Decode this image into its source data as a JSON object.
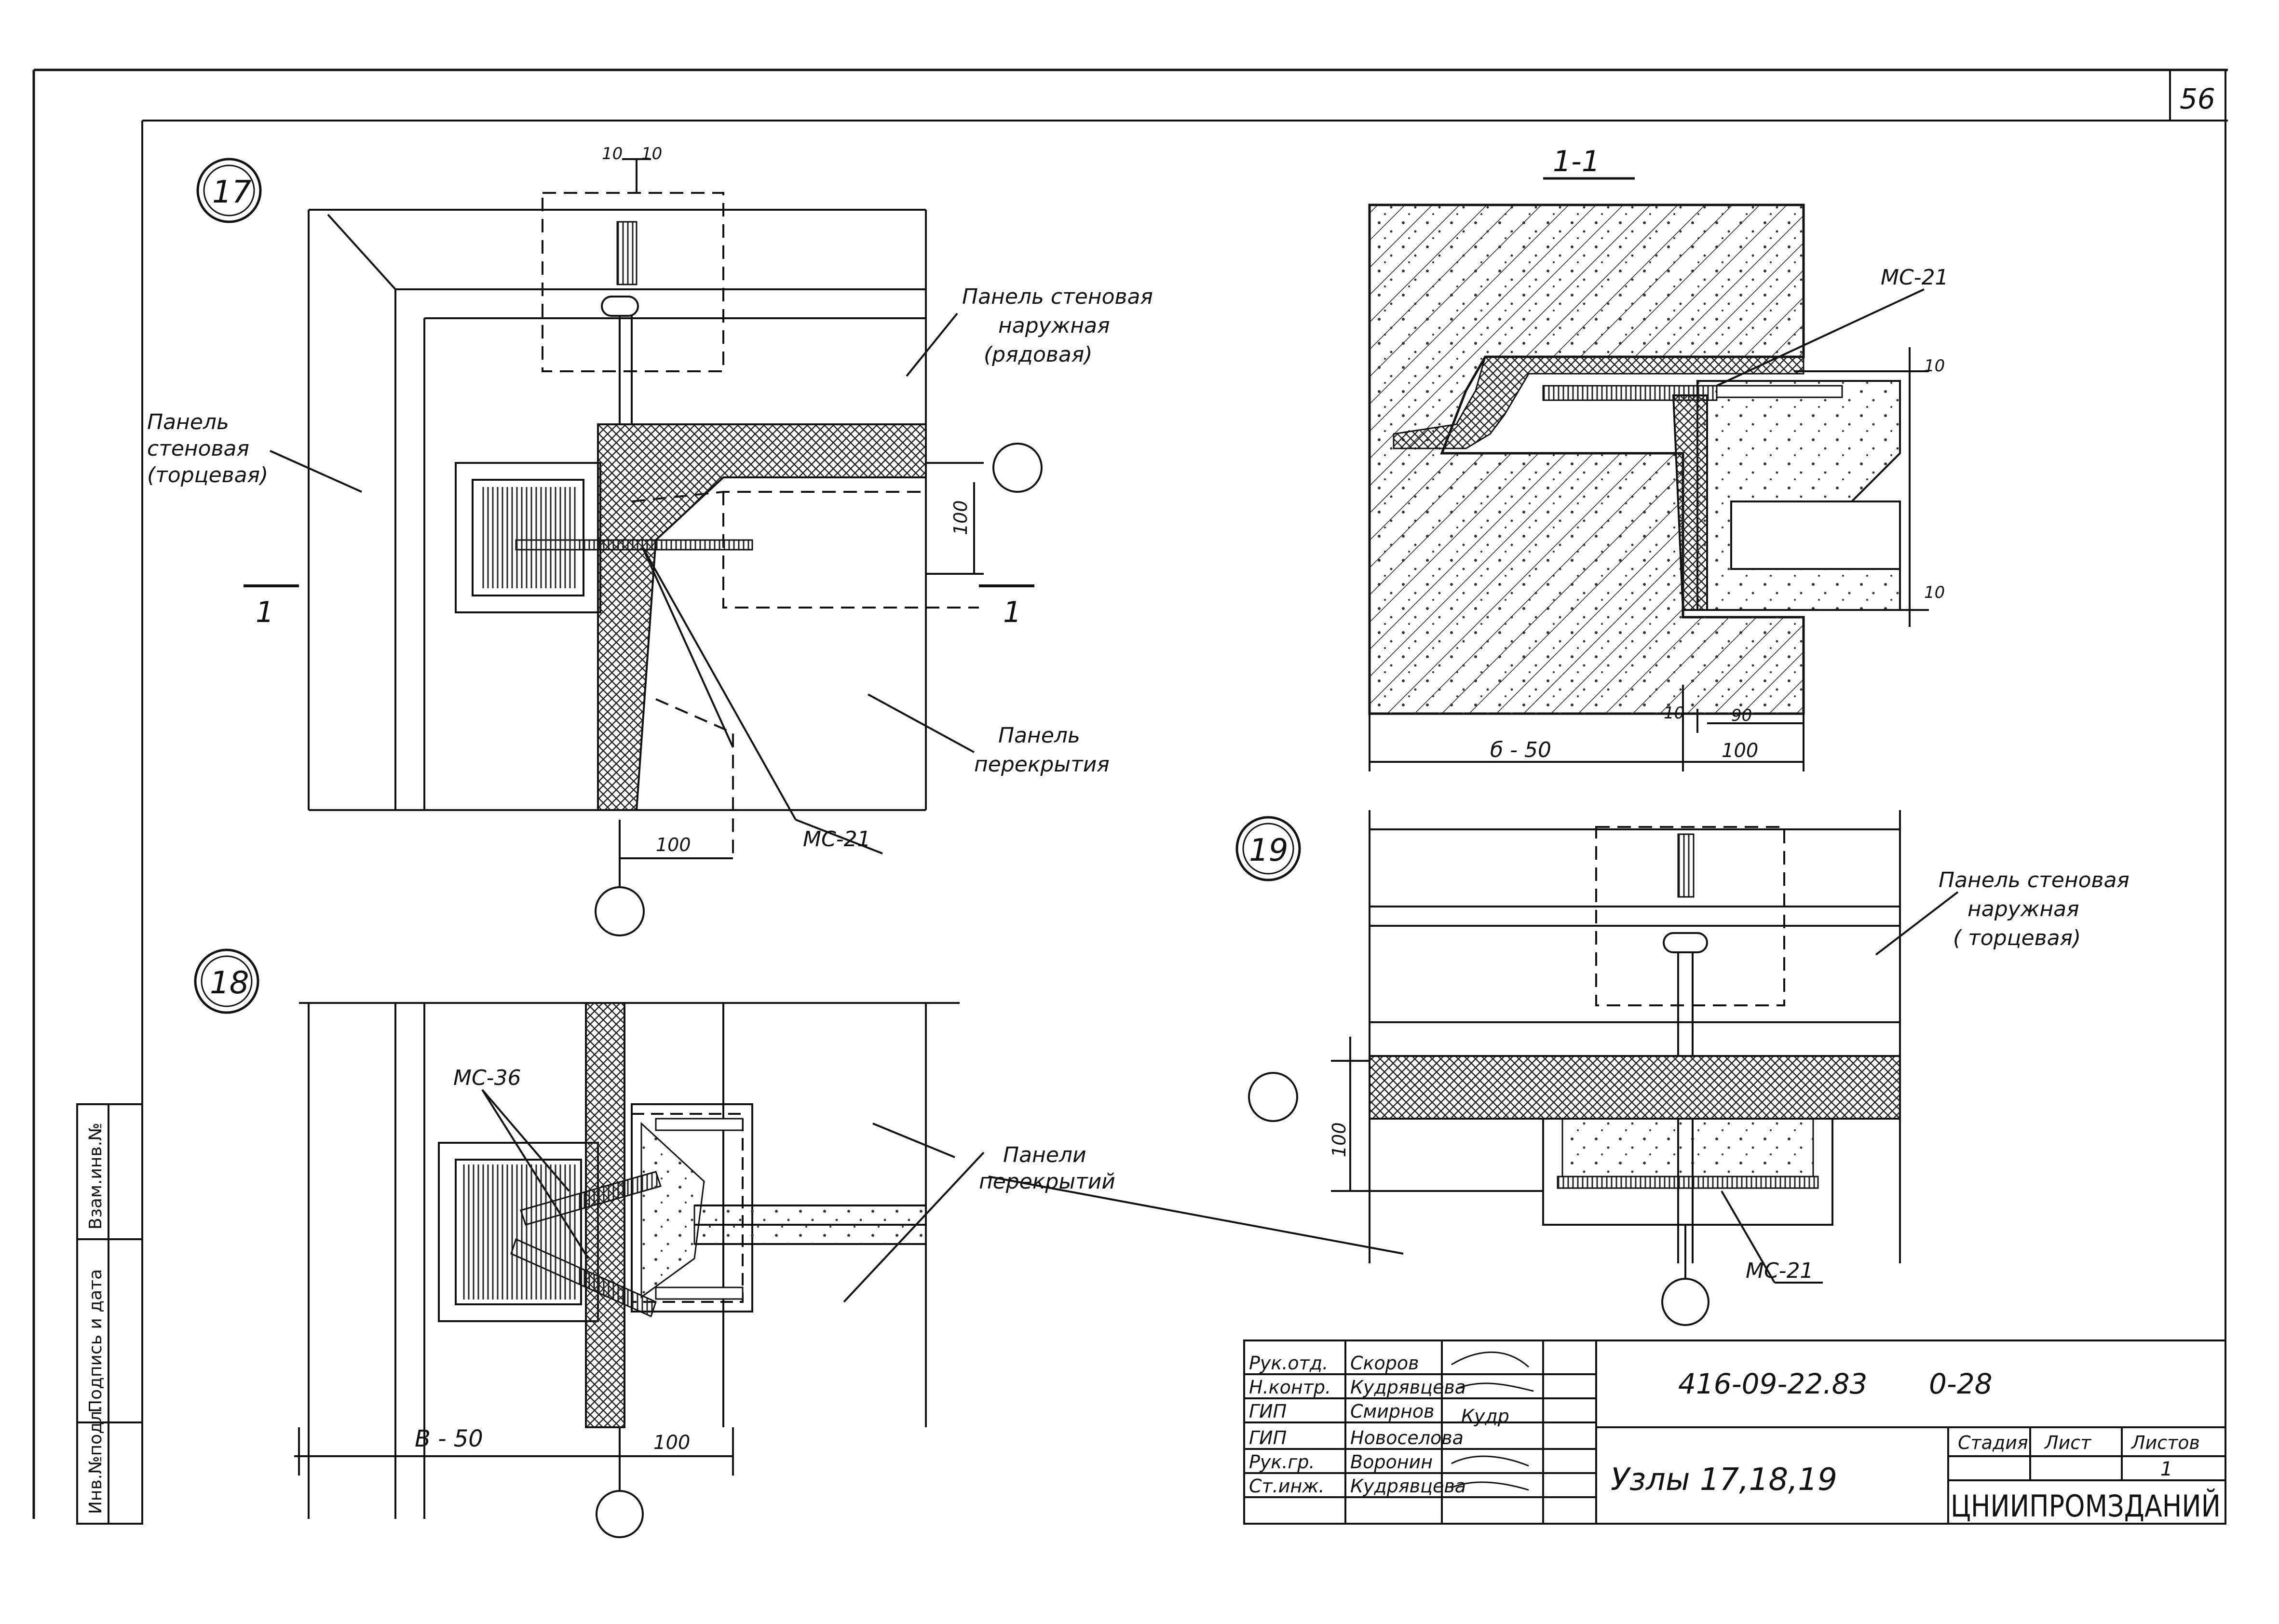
{
  "sheet": {
    "page_number": "56"
  },
  "node17": {
    "number": "17",
    "dim_top_a": "10",
    "dim_top_b": "10",
    "label_wall_row": [
      "Панель стеновая",
      "наружная",
      "(рядовая)"
    ],
    "label_wall_end": [
      "Панель",
      "стеновая",
      "(торцевая)"
    ],
    "label_slab": [
      "Панель",
      "перекрытия"
    ],
    "dim_vertical": "100",
    "dim_horizontal": "100",
    "label_mc": "МС-21",
    "section_left": "1",
    "section_right": "1"
  },
  "section11": {
    "title": "1-1",
    "label_mc": "МС-21",
    "dim_top_right": "10",
    "dim_mid_right": "10",
    "dim_bottom_a": "10",
    "dim_bottom_b": "90",
    "dim_left": "б - 50",
    "dim_right": "100"
  },
  "node18": {
    "number": "18",
    "label_mc": "МС-36",
    "label_slabs": [
      "Панели",
      "перекрытий"
    ],
    "dim_left": "В - 50",
    "dim_right": "100"
  },
  "node19": {
    "number": "19",
    "label_wall": [
      "Панель стеновая",
      "наружная",
      "( торцевая)"
    ],
    "dim_vertical": "100",
    "label_mc": "МС-21"
  },
  "side_stamp": [
    "Инв.№подл.",
    "Подпись и дата",
    "Взам.инв.№"
  ],
  "title_block": {
    "rows": [
      {
        "role": "Рук.отд.",
        "name": "Скоров"
      },
      {
        "role": "Н.контр.",
        "name": "Кудрявцева"
      },
      {
        "role": "ГИП",
        "name": "Смирнов"
      },
      {
        "role": "ГИП",
        "name": "Новоселова"
      },
      {
        "role": "Рук.гр.",
        "name": "Воронин"
      },
      {
        "role": "Ст.инж.",
        "name": "Кудрявцева"
      }
    ],
    "signatures": [
      "Кудр"
    ],
    "doc_code": "416-09-22.83",
    "doc_sheet_code": "0-28",
    "title": "Узлы 17,18,19",
    "stage_header": "Стадия",
    "sheet_header": "Лист",
    "sheets_header": "Листов",
    "sheets_value": "1",
    "organization": "ЦНИИПРОМЗДАНИЙ"
  },
  "colors": {
    "ink": "#111111",
    "paper": "#ffffff",
    "hatch": "#333333"
  }
}
